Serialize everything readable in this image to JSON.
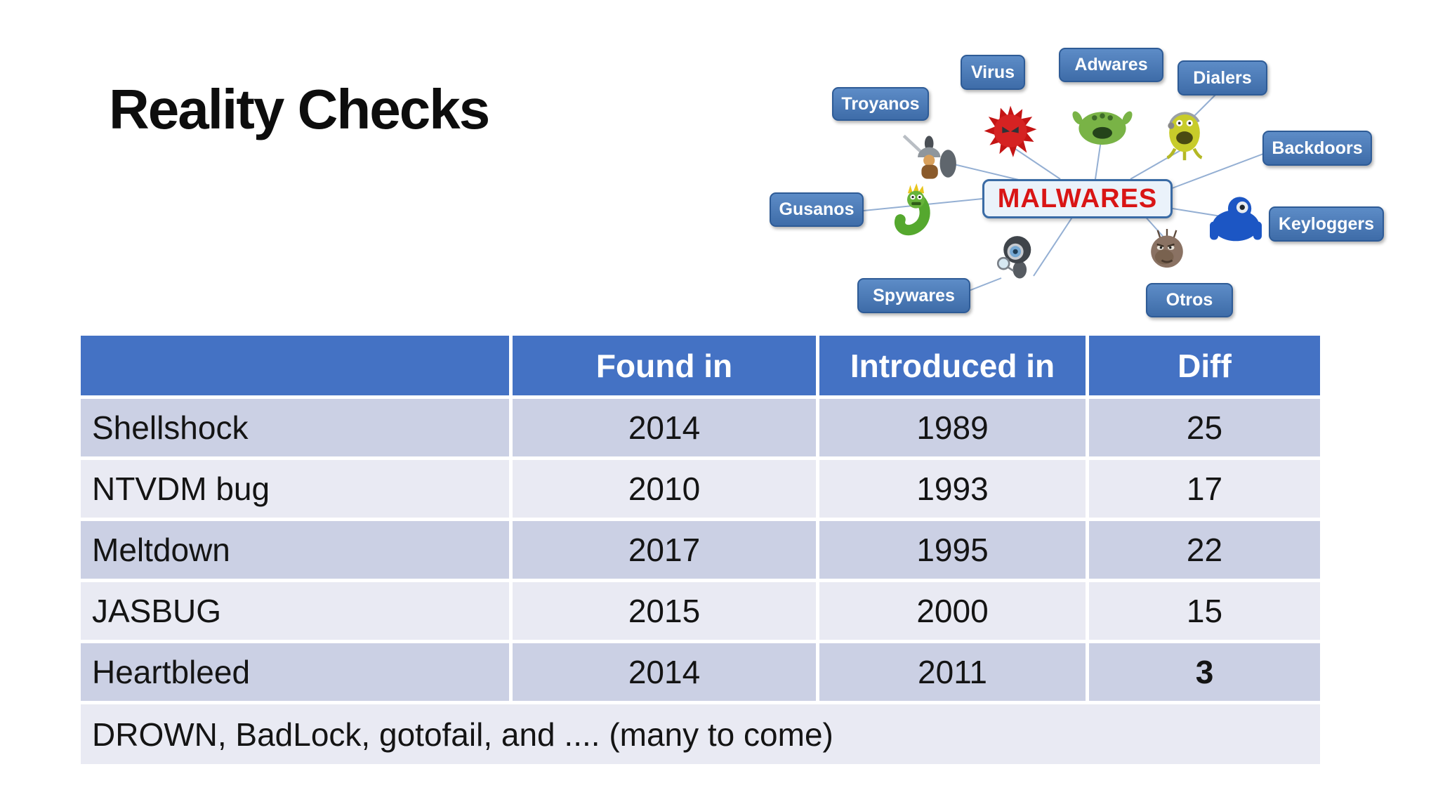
{
  "slide": {
    "title": "Reality Checks"
  },
  "diagram": {
    "center_label": "MALWARES",
    "labels": [
      {
        "text": "Troyanos"
      },
      {
        "text": "Virus"
      },
      {
        "text": "Adwares"
      },
      {
        "text": "Dialers"
      },
      {
        "text": "Backdoors"
      },
      {
        "text": "Keyloggers"
      },
      {
        "text": "Otros"
      },
      {
        "text": "Spywares"
      },
      {
        "text": "Gusanos"
      }
    ],
    "icons": [
      "trojan-knight-icon",
      "virus-icon",
      "adware-icon",
      "dialer-icon",
      "worm-icon",
      "spyware-icon",
      "otros-icon",
      "keylogger-icon"
    ]
  },
  "table": {
    "headers": [
      "",
      "Found in",
      "Introduced in",
      "Diff"
    ],
    "rows": [
      {
        "name": "Shellshock",
        "found_in": "2014",
        "introduced_in": "1989",
        "diff": "25"
      },
      {
        "name": "NTVDM bug",
        "found_in": "2010",
        "introduced_in": "1993",
        "diff": "17"
      },
      {
        "name": "Meltdown",
        "found_in": "2017",
        "introduced_in": "1995",
        "diff": "22"
      },
      {
        "name": "JASBUG",
        "found_in": "2015",
        "introduced_in": "2000",
        "diff": "15"
      },
      {
        "name": "Heartbleed",
        "found_in": "2014",
        "introduced_in": "2011",
        "diff": "3"
      }
    ],
    "footer": "DROWN, BadLock, gotofail, and .... (many to come)"
  },
  "colors": {
    "header_blue": "#4472c4",
    "band_dark": "#cbd0e4",
    "band_light": "#e9eaf3",
    "label_blue": "#4a7eba",
    "label_border": "#2e5b96",
    "malwares_red": "#d91515",
    "malwares_bg": "#eaf2fa",
    "connector_blue": "#94afd3"
  }
}
